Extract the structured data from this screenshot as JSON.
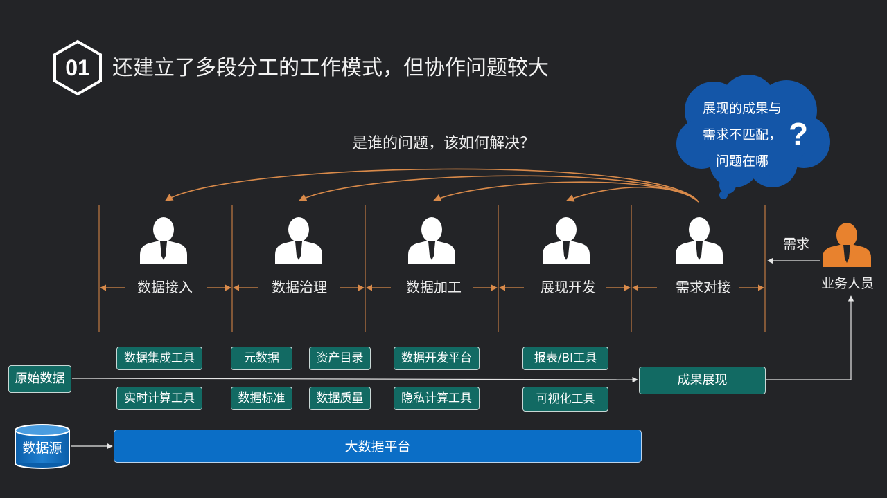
{
  "header": {
    "badge_number": "01",
    "title": "还建立了多段分工的工作模式，但协作问题较大"
  },
  "question_text": "是谁的问题，该如何解决？",
  "cloud": {
    "lines": [
      "展现的成果与",
      "需求不匹配，",
      "问题在哪"
    ],
    "mark": "?",
    "color": "#1456a8"
  },
  "stages": [
    "数据接入",
    "数据治理",
    "数据加工",
    "展现开发",
    "需求对接"
  ],
  "business": {
    "label": "业务人员",
    "demand_label": "需求",
    "color": "#e8822e"
  },
  "tools": {
    "integration": "数据集成工具",
    "realtime": "实时计算工具",
    "metadata": "元数据",
    "asset_catalog": "资产目录",
    "data_standard": "数据标准",
    "data_quality": "数据质量",
    "dev_platform": "数据开发平台",
    "privacy_compute": "隐私计算工具",
    "report_bi": "报表/BI工具",
    "visualization": "可视化工具"
  },
  "raw_data": "原始数据",
  "result_display": "成果展现",
  "data_source": "数据源",
  "big_data_platform": "大数据平台",
  "colors": {
    "background": "#232427",
    "tool_fill": "#126a63",
    "platform_fill": "#0b6ec6",
    "arrow_orange": "#d98a4a"
  }
}
